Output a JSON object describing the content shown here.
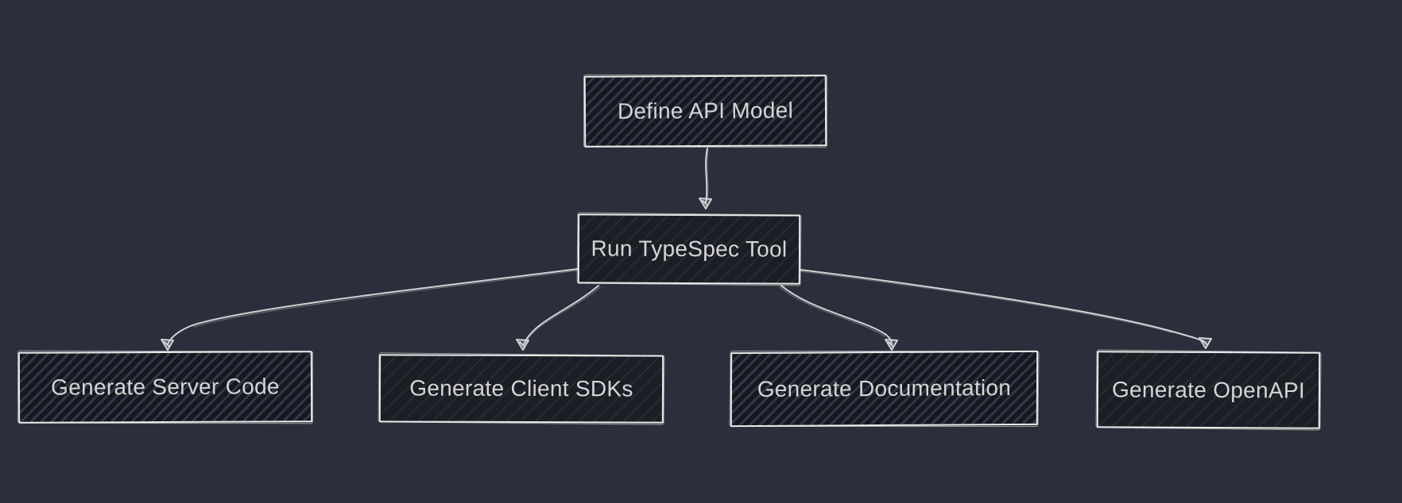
{
  "diagram": {
    "type": "flowchart",
    "direction": "top-down",
    "style": "hand-drawn",
    "colors": {
      "background": "#2a2f3b",
      "node_fill_dark": "#1b1e25",
      "node_hatch_dark": "#15181f",
      "node_hatch_light": "#313848",
      "node_border": "#e9e9e7",
      "node_text": "#d5d5d5",
      "edge_stroke": "#d2d3d5"
    },
    "nodes": [
      {
        "id": "define",
        "label": "Define API Model"
      },
      {
        "id": "run",
        "label": "Run TypeSpec Tool"
      },
      {
        "id": "server",
        "label": "Generate Server Code"
      },
      {
        "id": "sdks",
        "label": "Generate Client SDKs"
      },
      {
        "id": "docs",
        "label": "Generate Documentation"
      },
      {
        "id": "openapi",
        "label": "Generate OpenAPI"
      }
    ],
    "edges": [
      {
        "from": "Define API Model",
        "to": "Run TypeSpec Tool"
      },
      {
        "from": "Run TypeSpec Tool",
        "to": "Generate Server Code"
      },
      {
        "from": "Run TypeSpec Tool",
        "to": "Generate Client SDKs"
      },
      {
        "from": "Run TypeSpec Tool",
        "to": "Generate Documentation"
      },
      {
        "from": "Run TypeSpec Tool",
        "to": "Generate OpenAPI"
      }
    ]
  }
}
